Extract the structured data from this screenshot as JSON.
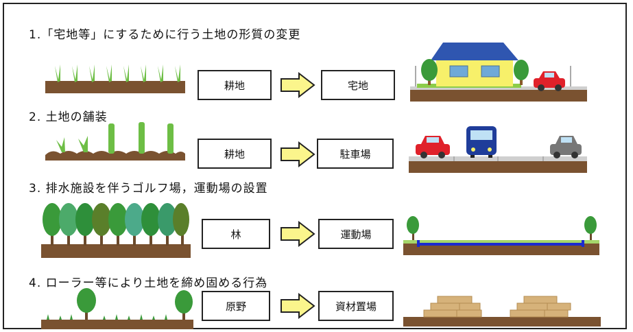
{
  "rows": [
    {
      "heading": "1.「宅地等」にするために行う土地の形質の変更",
      "from": "耕地",
      "to": "宅地"
    },
    {
      "heading": "2. 土地の舗装",
      "from": "耕地",
      "to": "駐車場"
    },
    {
      "heading": "3. 排水施設を伴うゴルフ場，運動場の設置",
      "from": "林",
      "to": "運動場"
    },
    {
      "heading": "4. ローラー等により土地を締め固める行為",
      "from": "原野",
      "to": "資材置場"
    }
  ],
  "colors": {
    "soil": "#7a5230",
    "sprout": "#6dbe45",
    "tree": "#3a9a3a",
    "arrow_fill": "#fbf58c",
    "roof": "#2f56b0",
    "house_wall": "#f7f06a",
    "car_red": "#e0212a",
    "bus_blue": "#1f3d9a",
    "car_gray": "#777777",
    "field_line": "#1a2bd0",
    "lumber": "#d6b27a"
  },
  "icons": [
    "sprout-icon",
    "house-icon",
    "car-icon",
    "bus-icon",
    "tree-icon",
    "lumber-icon",
    "arrow-right-icon"
  ]
}
